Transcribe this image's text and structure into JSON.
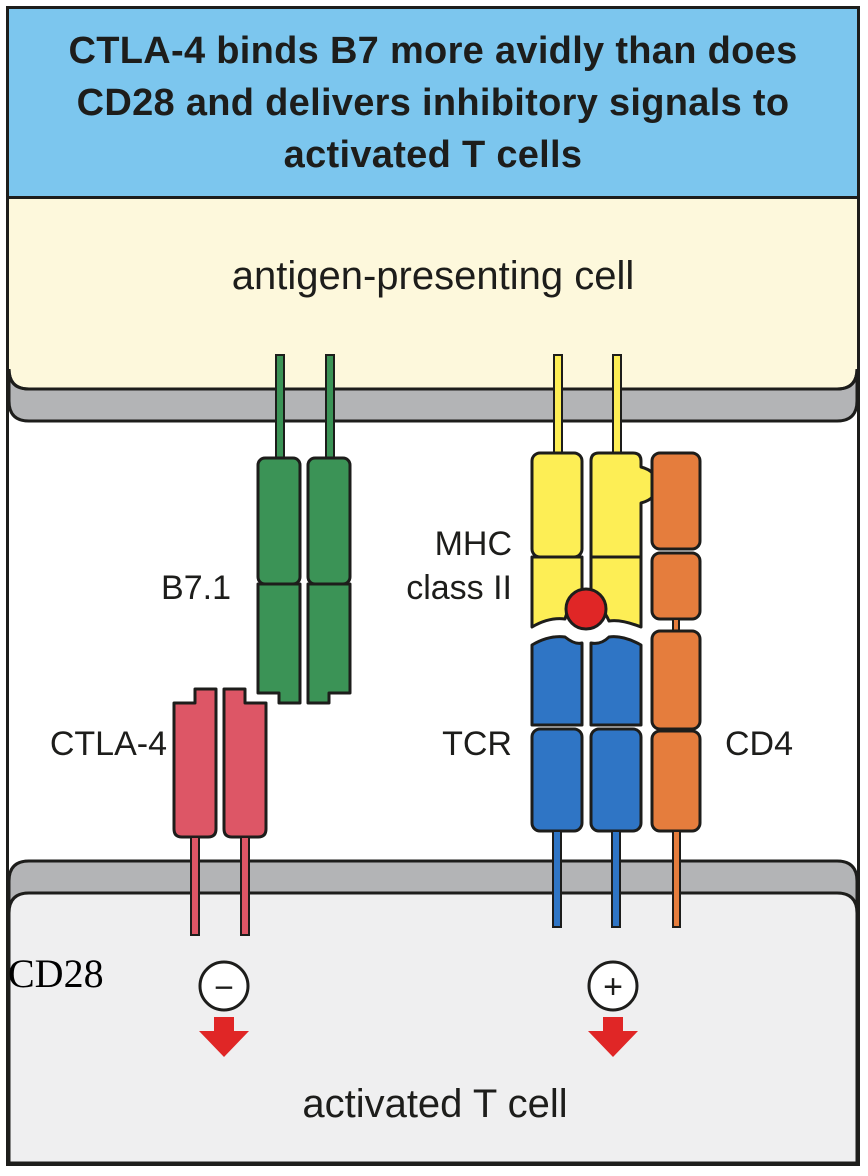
{
  "title": "CTLA-4 binds B7 more avidly than does CD28 and delivers inhibitory signals to activated T cells",
  "cells": {
    "apc_label": "antigen-presenting cell",
    "tcell_label": "activated T cell"
  },
  "molecules": {
    "b7": "B7.1",
    "ctla4": "CTLA-4",
    "mhc_line1": "MHC",
    "mhc_line2": "class II",
    "tcr": "TCR",
    "cd4": "CD4"
  },
  "signals": {
    "inhibitory": "−",
    "activating": "+"
  },
  "stray_label": "CD28",
  "colors": {
    "header": "#7cc6ee",
    "apc": "#fdf8dc",
    "membrane": "#b3b4b6",
    "tcell": "#efeff0",
    "b7": "#3b9356",
    "ctla4": "#dd5666",
    "mhc": "#fdee55",
    "tcr": "#2f75c5",
    "cd4": "#e57d3d",
    "peptide": "#e02626",
    "arrow": "#e02626"
  }
}
